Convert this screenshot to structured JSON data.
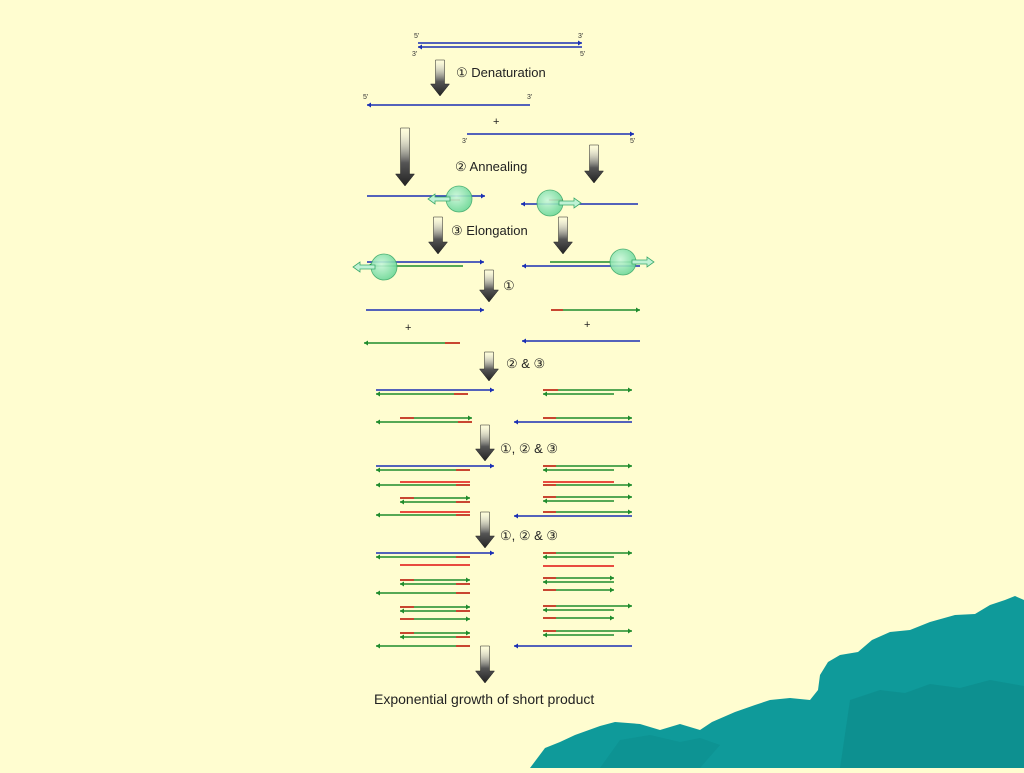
{
  "steps": {
    "denaturation": "① Denaturation",
    "annealing": "② Annealing",
    "elongation": "③ Elongation",
    "cycle1": "①",
    "cycle23": "② & ③",
    "cycle123a": "①, ② & ③",
    "cycle123b": "①, ② & ③"
  },
  "ends": {
    "five": "5'",
    "three": "3'"
  },
  "plus": "+",
  "caption": "Exponential growth of short product",
  "colors": {
    "background": "#fffdd0",
    "template_strand": "#1a2fb4",
    "new_strand": "#1f8c2c",
    "primer": "#e01010",
    "polymerase": "#7fe3a8",
    "arrow": "#333333",
    "decor": "#0f9a9a"
  }
}
